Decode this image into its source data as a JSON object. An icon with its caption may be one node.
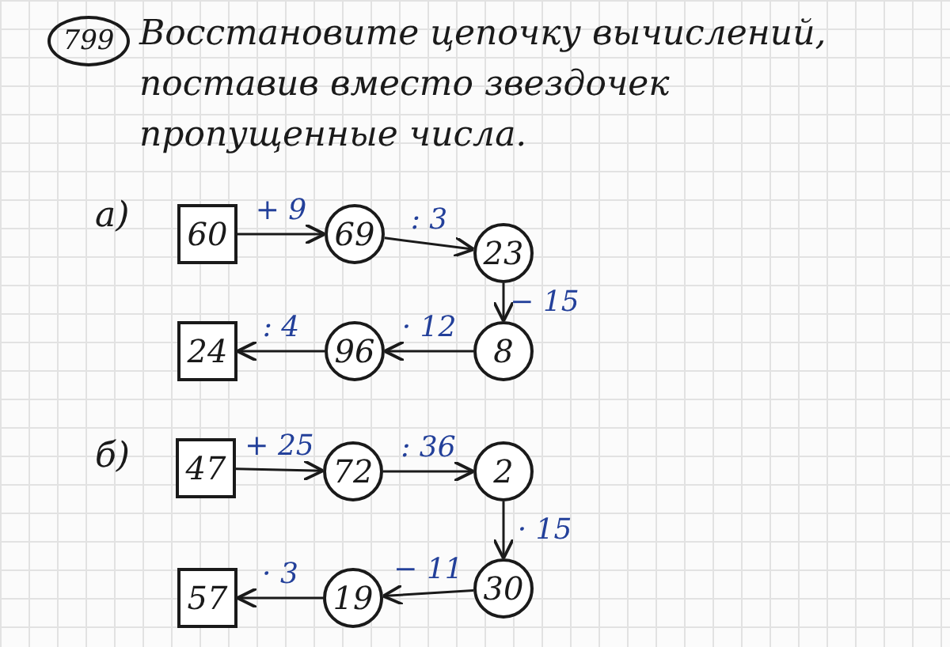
{
  "diagram": {
    "title": "Восстановите цепочку вычислений, поставив вместо звездочек пропущенные числа.",
    "nodes": [
      {
        "text": [
          "60"
        ]
      },
      {
        "text": [
          "69"
        ]
      },
      {
        "text": [
          "23"
        ]
      },
      {
        "text": [
          "8"
        ]
      },
      {
        "text": [
          "96"
        ]
      },
      {
        "text": [
          "24"
        ]
      },
      {
        "text": [
          "47"
        ]
      },
      {
        "text": [
          "72"
        ]
      },
      {
        "text": [
          "2"
        ]
      },
      {
        "text": [
          "30"
        ]
      },
      {
        "text": [
          "19"
        ]
      },
      {
        "text": [
          "57"
        ]
      }
    ],
    "edges": [
      {
        "from": 0,
        "to": 1,
        "arrow": "to",
        "label": "+ 9"
      },
      {
        "from": 1,
        "to": 2,
        "arrow": "to",
        "label": ": 3"
      },
      {
        "from": 2,
        "to": 3,
        "arrow": "to",
        "label": "− 15"
      },
      {
        "from": 3,
        "to": 4,
        "arrow": "to",
        "label": "· 12"
      },
      {
        "from": 4,
        "to": 5,
        "arrow": "to",
        "label": ": 4"
      },
      {
        "from": 6,
        "to": 7,
        "arrow": "to",
        "label": "+ 25"
      },
      {
        "from": 7,
        "to": 8,
        "arrow": "to",
        "label": ": 36"
      },
      {
        "from": 8,
        "to": 9,
        "arrow": "to",
        "label": "· 15"
      },
      {
        "from": 9,
        "to": 10,
        "arrow": "to",
        "label": "− 11"
      },
      {
        "from": 10,
        "to": 11,
        "arrow": "to",
        "label": "· 3"
      }
    ],
    "labels": [
      "799",
      "а)",
      "б)"
    ]
  }
}
